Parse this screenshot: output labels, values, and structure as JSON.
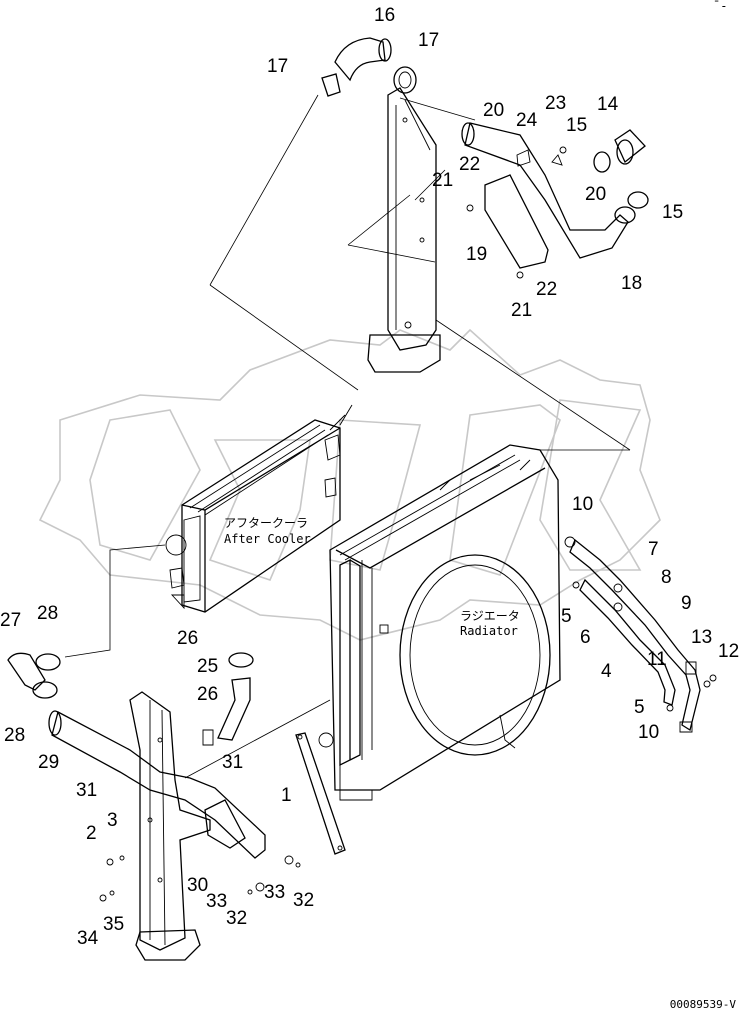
{
  "diagram": {
    "drawing_number": "00089539-V",
    "corner_mark": "ˉ-",
    "watermark": "OPEX",
    "component_labels": {
      "after_cooler_jp": "アフタークーラ",
      "after_cooler_en": "After Cooler",
      "radiator_jp": "ラジエータ",
      "radiator_en": "Radiator"
    },
    "callouts": [
      {
        "id": "c16a",
        "text": "16"
      },
      {
        "id": "c17a",
        "text": "17"
      },
      {
        "id": "c17b",
        "text": "17"
      },
      {
        "id": "c20a",
        "text": "20"
      },
      {
        "id": "c24",
        "text": "24"
      },
      {
        "id": "c23",
        "text": "23"
      },
      {
        "id": "c15a",
        "text": "15"
      },
      {
        "id": "c14",
        "text": "14"
      },
      {
        "id": "c22a",
        "text": "22"
      },
      {
        "id": "c21a",
        "text": "21"
      },
      {
        "id": "c20b",
        "text": "20"
      },
      {
        "id": "c15b",
        "text": "15"
      },
      {
        "id": "c19",
        "text": "19"
      },
      {
        "id": "c22b",
        "text": "22"
      },
      {
        "id": "c18",
        "text": "18"
      },
      {
        "id": "c21b",
        "text": "21"
      },
      {
        "id": "c10a",
        "text": "10"
      },
      {
        "id": "c7",
        "text": "7"
      },
      {
        "id": "c8",
        "text": "8"
      },
      {
        "id": "c9",
        "text": "9"
      },
      {
        "id": "c5a",
        "text": "5"
      },
      {
        "id": "c6",
        "text": "6"
      },
      {
        "id": "c13",
        "text": "13"
      },
      {
        "id": "c12",
        "text": "12"
      },
      {
        "id": "c11",
        "text": "11"
      },
      {
        "id": "c4",
        "text": "4"
      },
      {
        "id": "c5b",
        "text": "5"
      },
      {
        "id": "c10b",
        "text": "10"
      },
      {
        "id": "c27",
        "text": "27"
      },
      {
        "id": "c28a",
        "text": "28"
      },
      {
        "id": "c26a",
        "text": "26"
      },
      {
        "id": "c25",
        "text": "25"
      },
      {
        "id": "c26b",
        "text": "26"
      },
      {
        "id": "c28b",
        "text": "28"
      },
      {
        "id": "c29",
        "text": "29"
      },
      {
        "id": "c31a",
        "text": "31"
      },
      {
        "id": "c31b",
        "text": "31"
      },
      {
        "id": "c1",
        "text": "1"
      },
      {
        "id": "c3",
        "text": "3"
      },
      {
        "id": "c2",
        "text": "2"
      },
      {
        "id": "c30",
        "text": "30"
      },
      {
        "id": "c33a",
        "text": "33"
      },
      {
        "id": "c33b",
        "text": "33"
      },
      {
        "id": "c32a",
        "text": "32"
      },
      {
        "id": "c32b",
        "text": "32"
      },
      {
        "id": "c35",
        "text": "35"
      },
      {
        "id": "c34",
        "text": "34"
      }
    ]
  }
}
